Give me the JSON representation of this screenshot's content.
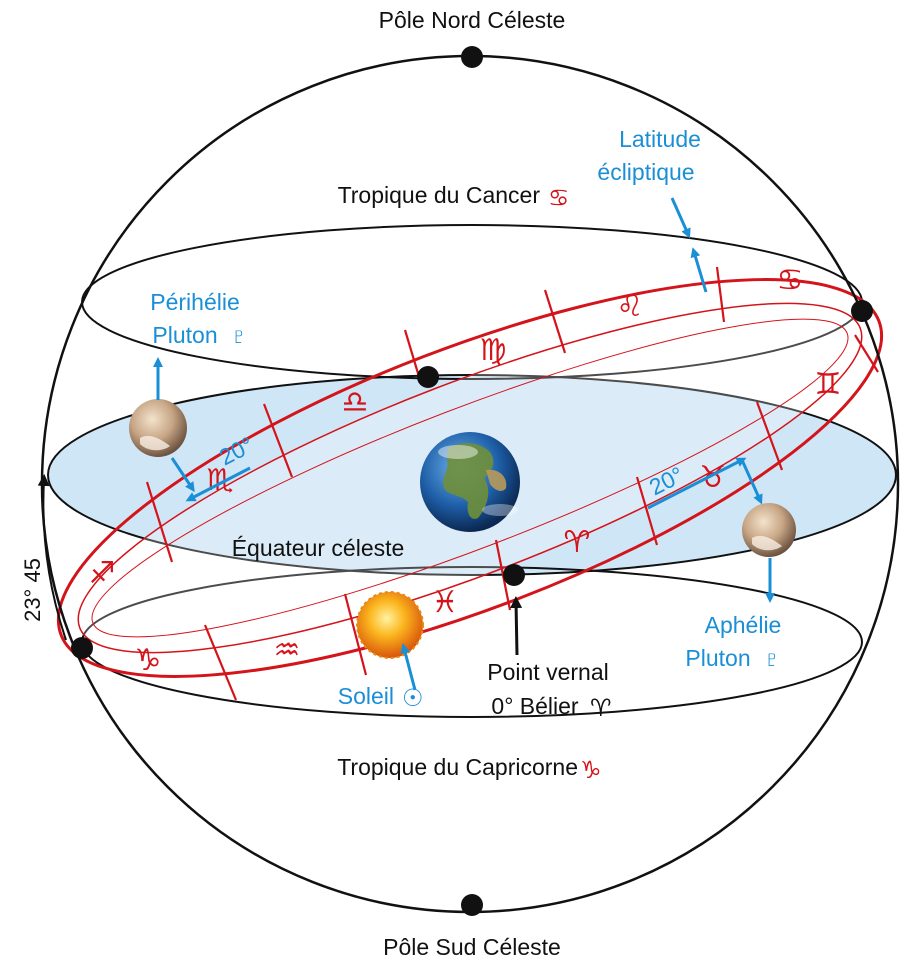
{
  "labels": {
    "north_pole": "Pôle Nord Céleste",
    "south_pole": "Pôle Sud Céleste",
    "tropic_cancer": "Tropique du Cancer",
    "tropic_capricorn": "Tropique du Capricorne",
    "equator": "Équateur céleste",
    "latitude_line1": "Latitude",
    "latitude_line2": "écliptique",
    "perihelion_line1": "Périhélie",
    "perihelion_line2": "Pluton",
    "aphelion_line1": "Aphélie",
    "aphelion_line2": "Pluton",
    "sun": "Soleil",
    "vernal_line1": "Point vernal",
    "vernal_line2": "0° Bélier",
    "obliquity": "23° 45",
    "angle_left": "20°",
    "angle_right": "20°"
  },
  "symbols": {
    "cancer": "♋",
    "capricorn": "♑",
    "pluto": "♇",
    "sun": "☉",
    "aries": "♈"
  },
  "zodiac": [
    {
      "name": "capricorn",
      "glyph": "♑"
    },
    {
      "name": "aquarius",
      "glyph": "♒"
    },
    {
      "name": "pisces",
      "glyph": "♓"
    },
    {
      "name": "aries",
      "glyph": "♈"
    },
    {
      "name": "taurus",
      "glyph": "♉"
    },
    {
      "name": "gemini",
      "glyph": "♊"
    },
    {
      "name": "cancer",
      "glyph": "♋"
    },
    {
      "name": "leo",
      "glyph": "♌"
    },
    {
      "name": "virgo",
      "glyph": "♍"
    },
    {
      "name": "libra",
      "glyph": "♎"
    },
    {
      "name": "scorpio",
      "glyph": "♏"
    },
    {
      "name": "sagittarius",
      "glyph": "♐"
    }
  ],
  "colors": {
    "ecliptic": "#d4141b",
    "equator_fill": "#cfe6f6",
    "annotation": "#1b8fd6",
    "outline": "#111111"
  }
}
